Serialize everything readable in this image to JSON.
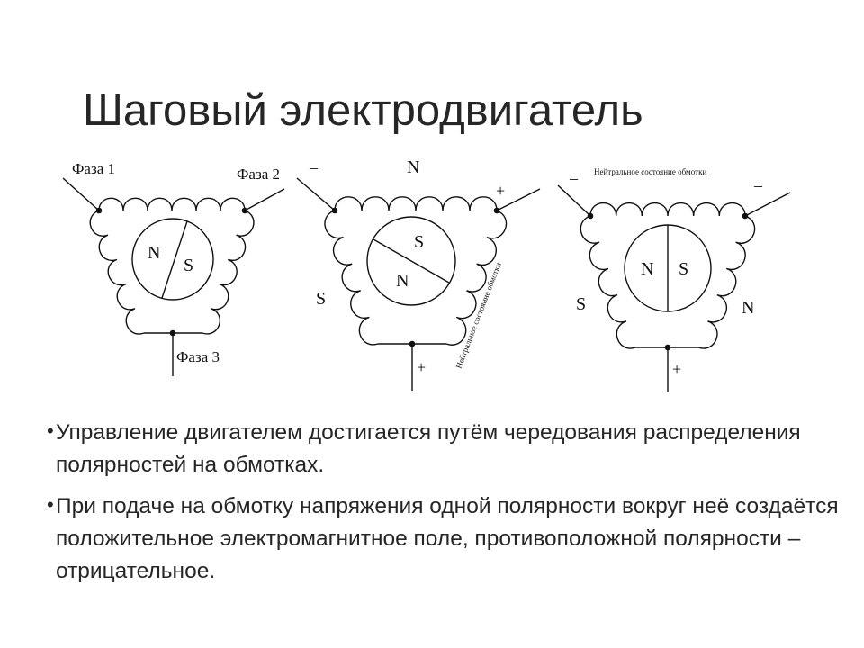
{
  "slide": {
    "title": "Шаговый электродвигатель"
  },
  "diagrams": [
    {
      "terminals": {
        "phase1": "Фаза 1",
        "phase2": "Фаза 2",
        "phase3": "Фаза 3"
      },
      "rotor": {
        "north": "N",
        "south": "S"
      }
    },
    {
      "top_left_sign": "–",
      "top_pole": "N",
      "top_right_sign": "+",
      "left_pole": "S",
      "bottom_sign": "+",
      "right_note": "Нейтральное состояние обмотки",
      "rotor": {
        "north": "N",
        "south": "S"
      }
    },
    {
      "top_left_sign": "–",
      "top_note": "Нейтральное состояние обмотки",
      "top_right_sign": "–",
      "left_pole": "S",
      "right_pole": "N",
      "bottom_sign": "+",
      "rotor": {
        "north": "N",
        "south": "S"
      }
    }
  ],
  "bullets": [
    "Управление двигателем достигается путём чередования распределения полярностей на обмотках.",
    "При подаче на обмотку напряжения одной полярности вокруг неё создаётся положительное электромагнитное поле, противоположной полярности – отрицательное."
  ]
}
